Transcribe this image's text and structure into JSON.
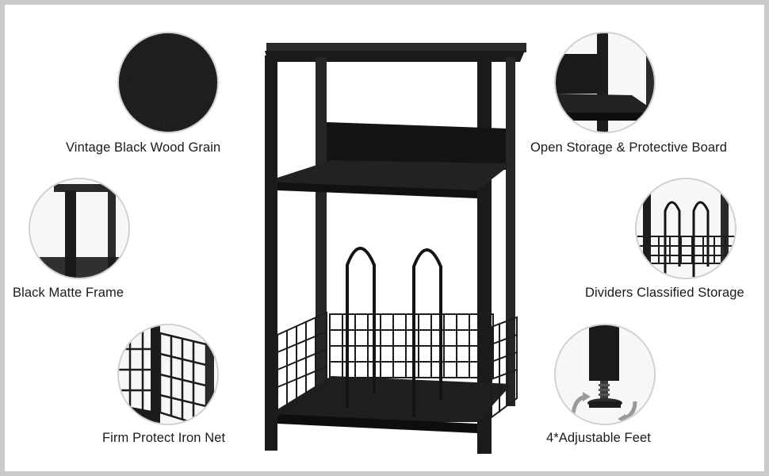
{
  "features": [
    {
      "label": "Vintage Black Wood Grain",
      "icon": "wood-grain-closeup-icon"
    },
    {
      "label": "Open Storage & Protective Board",
      "icon": "open-shelf-closeup-icon"
    },
    {
      "label": "Black Matte Frame",
      "icon": "matte-frame-closeup-icon"
    },
    {
      "label": "Dividers Classified Storage",
      "icon": "divider-closeup-icon"
    },
    {
      "label": "Firm Protect Iron Net",
      "icon": "iron-net-closeup-icon"
    },
    {
      "label": "4*Adjustable Feet",
      "icon": "adjustable-foot-closeup-icon"
    }
  ],
  "colors": {
    "product_black": "#1c1c1c",
    "panel_white": "#ffffff",
    "border_gray": "#c9c9c9",
    "arrow_gray": "#9a9a9a"
  }
}
